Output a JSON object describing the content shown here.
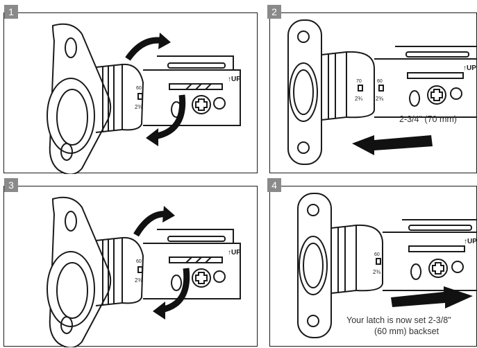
{
  "steps": [
    {
      "number": "1",
      "mark_top": "60",
      "mark_bottom": "2⅜",
      "up_label": "↑UP",
      "direction": "rotate"
    },
    {
      "number": "2",
      "mark_top": "70",
      "mark_bottom": "2¾",
      "mark2_top": "60",
      "mark2_bottom": "2⅜",
      "up_label": "↑UP",
      "direction": "left",
      "caption": "2-3/4\" (70 mm)"
    },
    {
      "number": "3",
      "mark_top": "60",
      "mark_bottom": "2⅜",
      "up_label": "↑UP",
      "direction": "rotate"
    },
    {
      "number": "4",
      "mark_top": "60",
      "mark_bottom": "2⅜",
      "up_label": "↑UP",
      "direction": "right",
      "caption_line1": "Your latch is now set 2-3/8\"",
      "caption_line2": "(60 mm) backset"
    }
  ],
  "colors": {
    "badge": "#8a8a8a",
    "line": "#1a1a1a",
    "arrow": "#111111"
  }
}
